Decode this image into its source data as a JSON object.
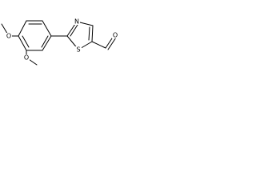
{
  "molecule": {
    "atoms": {
      "thiazole_s": "S",
      "thiazole_n": "N",
      "aldehyde_o": "O",
      "methoxy_top_o": "O",
      "methoxy_bottom_o": "O"
    }
  }
}
